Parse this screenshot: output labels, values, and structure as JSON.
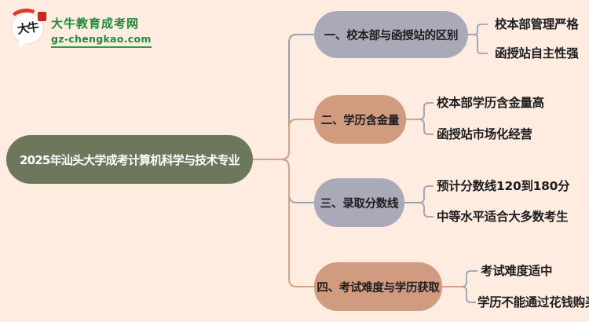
{
  "logo": {
    "bubble_text": "大牛",
    "title": "大牛教育成考网",
    "domain": "gz-chengkao.com"
  },
  "root": {
    "label": "2025年汕头大学成考计算机科学与技术专业"
  },
  "branches": [
    {
      "label": "一、校本部与函授站的区别",
      "color": "gray",
      "children": [
        "校本部管理严格",
        "函授站自主性强"
      ]
    },
    {
      "label": "二、学历含金量",
      "color": "salmon",
      "children": [
        "校本部学历含金量高",
        "函授站市场化经营"
      ]
    },
    {
      "label": "三、录取分数线",
      "color": "gray",
      "children": [
        "预计分数线120到180分",
        "中等水平适合大多数考生"
      ]
    },
    {
      "label": "四、考试难度与学历获取",
      "color": "salmon",
      "children": [
        "考试难度适中",
        "学历不能通过花钱购买"
      ]
    }
  ],
  "colors": {
    "background": "#fdecdf",
    "root_fill": "#6d775c",
    "gray_fill": "#a9a9b8",
    "salmon_fill": "#d19b80",
    "connector_gray": "#9aa0b4",
    "connector_salmon": "#d7a286",
    "logo_green": "#1f8a3d",
    "seal_red": "#c52a1f",
    "text": "#1d1d1f"
  }
}
